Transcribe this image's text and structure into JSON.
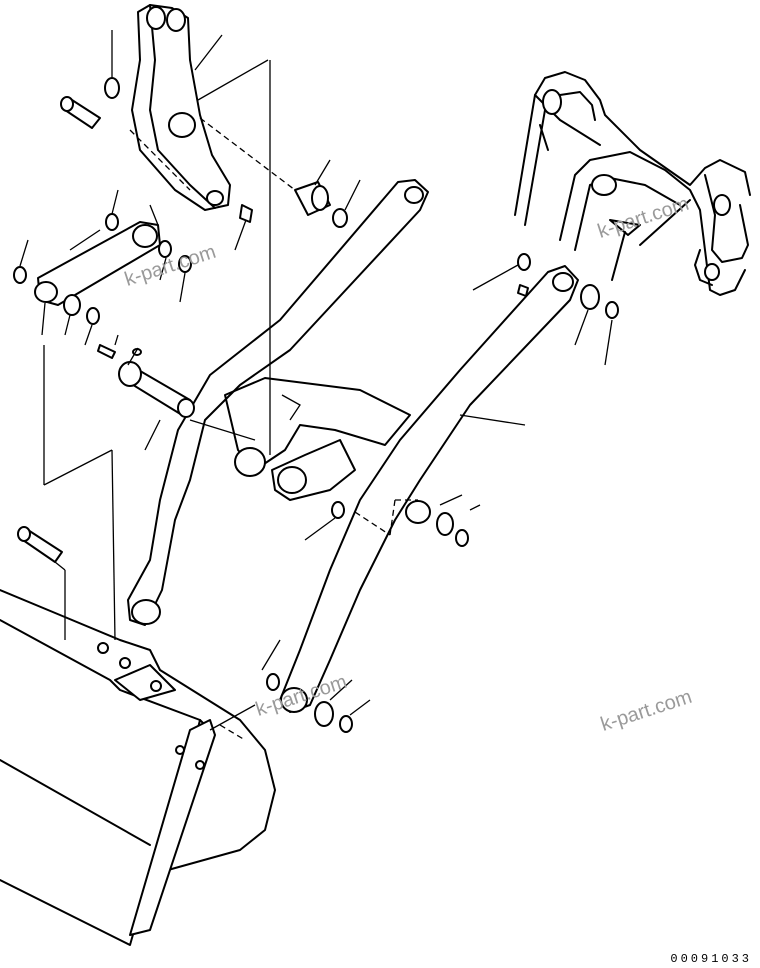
{
  "watermarks": [
    "k-part.com",
    "k-part.com",
    "k-part.com"
  ],
  "drawing_code": "00091033"
}
